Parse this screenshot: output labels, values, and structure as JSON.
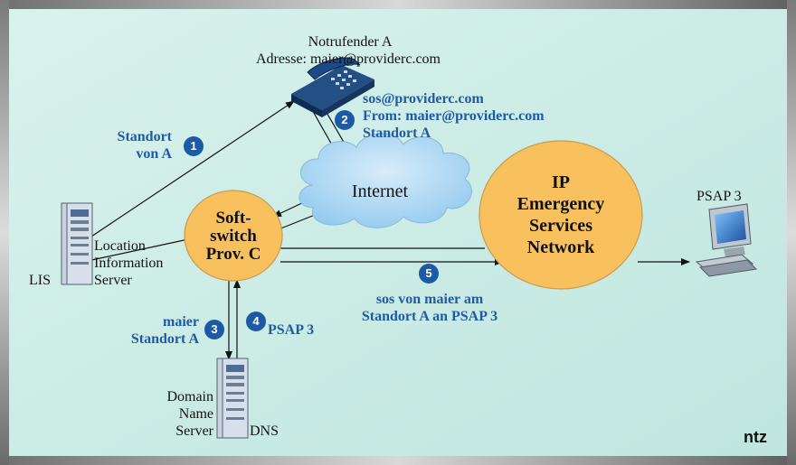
{
  "caller": {
    "name": "Notrufender A",
    "address": "Adresse: maier@providerc.com"
  },
  "message2": {
    "line1": "sos@providerc.com",
    "line2": "From: maier@providerc.com",
    "line3": "Standort A"
  },
  "message1": {
    "line1": "Standort",
    "line2": "von A"
  },
  "internet": {
    "label": "Internet"
  },
  "softswitch": {
    "line1": "Soft-",
    "line2": "switch",
    "line3": "Prov. C"
  },
  "ip_network": {
    "line1": "IP",
    "line2": "Emergency",
    "line3": "Services",
    "line4": "Network"
  },
  "psap": {
    "label": "PSAP 3"
  },
  "lis": {
    "abbr": "LIS",
    "line1": "Location",
    "line2": "Information",
    "line3": "Server"
  },
  "dns": {
    "abbr": "DNS",
    "line1": "Domain",
    "line2": "Name",
    "line3": "Server"
  },
  "message3": {
    "line1": "maier",
    "line2": "Standort A"
  },
  "message4": {
    "label": "PSAP 3"
  },
  "message5": {
    "line1": "sos von maier am",
    "line2": "Standort A an PSAP 3"
  },
  "steps": [
    "1",
    "2",
    "3",
    "4",
    "5"
  ],
  "logo": "ntz",
  "colors": {
    "background": "#cfeee6",
    "node_fill": "#f9c15e",
    "cloud": "#a9d6f2",
    "accent": "#1d5aa6"
  }
}
